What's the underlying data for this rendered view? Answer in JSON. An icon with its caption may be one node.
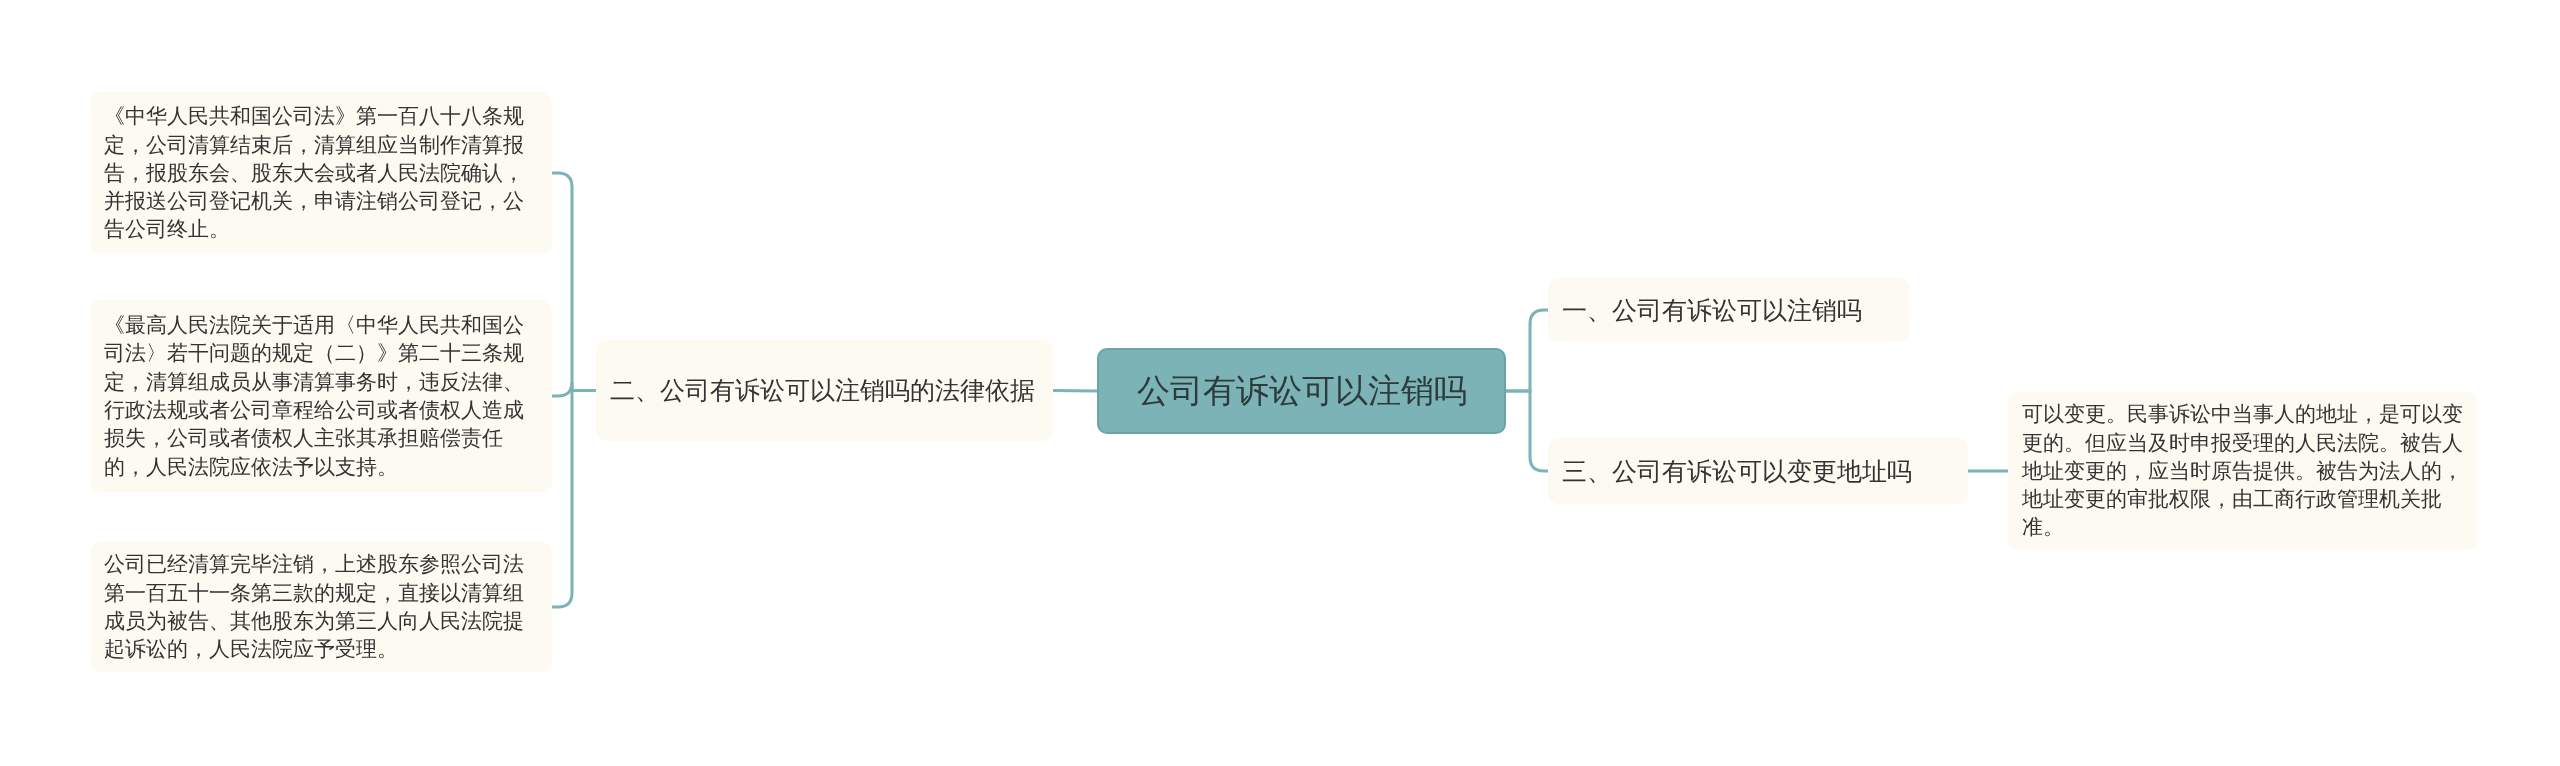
{
  "diagram": {
    "nodes": [
      {
        "text": [
          "公司有诉讼可以注销吗"
        ]
      },
      {
        "text": [
          "一、公司有诉讼可以注销吗"
        ]
      },
      {
        "text": [
          "三、公司有诉讼可以变更地址吗"
        ]
      },
      {
        "text": [
          "可以变更。民事诉讼中当事人的地址，是可以变更的。但应当及时申报受理的人民法院。被告人地址变更的，应当时原告提供。被告为法人的，地址变更的审批权限，由工商行政管理机关批准。"
        ]
      },
      {
        "text": [
          "二、公司有诉讼可以注销吗的法律依据"
        ]
      },
      {
        "text": [
          "《中华人民共和国公司法》第一百八十八条规定，公司清算结束后，清算组应当制作清算报告，报股东会、股东大会或者人民法院确认，并报送公司登记机关，申请注销公司登记，公告公司终止。"
        ]
      },
      {
        "text": [
          "《最高人民法院关于适用〈中华人民共和国公司法〉若干问题的规定（二）》第二十三条规定，清算组成员从事清算事务时，违反法律、行政法规或者公司章程给公司或者债权人造成损失，公司或者债权人主张其承担赔偿责任的，人民法院应依法予以支持。"
        ]
      },
      {
        "text": [
          "公司已经清算完毕注销，上述股东参照公司法第一百五十一条第三款的规定，直接以清算组成员为被告、其他股东为第三人向人民法院提起诉讼的，人民法院应予受理。"
        ]
      }
    ],
    "edges": [
      {
        "from": 0,
        "to": 1,
        "arrow": "none"
      },
      {
        "from": 0,
        "to": 2,
        "arrow": "none"
      },
      {
        "from": 2,
        "to": 3,
        "arrow": "none"
      },
      {
        "from": 0,
        "to": 4,
        "arrow": "none"
      },
      {
        "from": 4,
        "to": 5,
        "arrow": "none"
      },
      {
        "from": 4,
        "to": 6,
        "arrow": "none"
      },
      {
        "from": 4,
        "to": 7,
        "arrow": "none"
      }
    ]
  }
}
